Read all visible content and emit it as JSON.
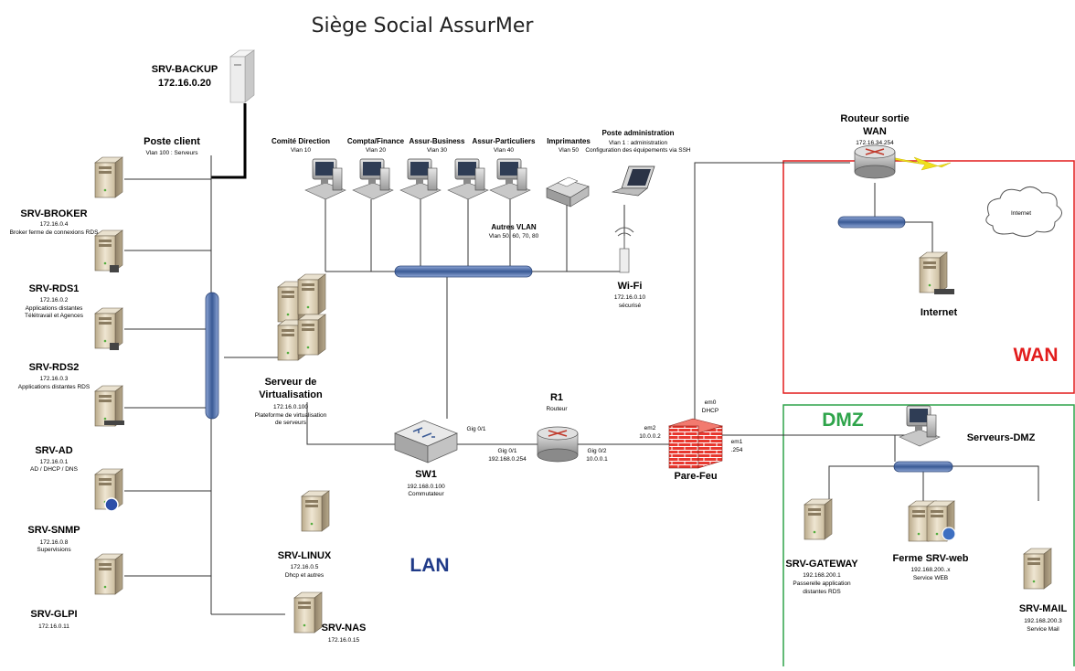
{
  "title": "Siège Social AssurMer",
  "zones": {
    "wan": "WAN",
    "dmz": "DMZ",
    "lan": "LAN"
  },
  "colors": {
    "wan": "#e21c1c",
    "dmz": "#2ea44a",
    "lan": "#1f3a88",
    "bus": "#3a5a95"
  },
  "servers": {
    "backup": {
      "name": "SRV-BACKUP",
      "ip": "172.16.0.20"
    },
    "poste": {
      "name": "Poste client",
      "sub": "Vlan 100 : Serveurs"
    },
    "broker": {
      "name": "SRV-BROKER",
      "ip": "172.16.0.4",
      "desc": "Broker ferme de connexions RDS"
    },
    "rds1": {
      "name": "SRV-RDS1",
      "ip": "172.16.0.2",
      "desc1": "Applications distantes",
      "desc2": "Télétravail et Agences"
    },
    "rds2": {
      "name": "SRV-RDS2",
      "ip": "172.16.0.3",
      "desc": "Applications distantes RDS"
    },
    "ad": {
      "name": "SRV-AD",
      "ip": "172.16.0.1",
      "desc": "AD / DHCP / DNS"
    },
    "snmp": {
      "name": "SRV-SNMP",
      "ip": "172.16.0.8",
      "desc": "Supervisions"
    },
    "glpi": {
      "name": "SRV-GLPI",
      "ip": "172.16.0.11"
    },
    "linux": {
      "name": "SRV-LINUX",
      "ip": "172.16.0.5",
      "desc": "Dhcp et autres"
    },
    "nas": {
      "name": "SRV-NAS",
      "ip": "172.16.0.15"
    },
    "virt": {
      "name1": "Serveur de",
      "name2": "Virtualisation",
      "ip": "172.16.0.100",
      "desc1": "Plateforme de virtualisation",
      "desc2": "de serveurs"
    }
  },
  "vlans": [
    {
      "name": "Comité Direction",
      "vlan": "Vlan 10"
    },
    {
      "name": "Compta/Finance",
      "vlan": "Vlan 20"
    },
    {
      "name": "Assur-Business",
      "vlan": "Vlan 30"
    },
    {
      "name": "Assur-Particuliers",
      "vlan": "Vlan 40"
    },
    {
      "name": "Imprimantes",
      "vlan": "Vlan 50"
    }
  ],
  "admin": {
    "name": "Poste administration",
    "vlan": "Vlan 1 : administration",
    "desc": "Configuration des équipements via SSH"
  },
  "autres": {
    "name": "Autres VLAN",
    "vlans": "Vlan 50, 60, 70, 80"
  },
  "wifi": {
    "name": "Wi-Fi",
    "ip": "172.16.0.10",
    "desc": "sécurisé"
  },
  "sw1": {
    "name": "SW1",
    "ip": "192.168.0.100",
    "desc": "Commutateur",
    "port": "Gig 0/1"
  },
  "r1": {
    "name": "R1",
    "desc": "Routeur",
    "gig01": "Gig 0/1",
    "gig01_ip": "192.168.0.254",
    "gig02": "Gig 0/2",
    "gig02_ip": "10.0.0.1"
  },
  "firewall": {
    "name": "Pare-Feu",
    "em2": "em2",
    "em2_ip": "10.0.0.2",
    "em0": "em0",
    "em0_desc": "DHCP",
    "em1": "em1",
    "em1_ip": ".254"
  },
  "wan_router": {
    "name1": "Routeur sortie",
    "name2": "WAN",
    "ip": "172.16.34.254"
  },
  "internet": {
    "name": "Internet",
    "cloud": "Internet"
  },
  "dmz": {
    "serveurs": "Serveurs-DMZ",
    "gateway": {
      "name": "SRV-GATEWAY",
      "ip": "192.168.200.1",
      "desc1": "Passerelle application",
      "desc2": "distantes RDS"
    },
    "web": {
      "name": "Ferme SRV-web",
      "ip": "192.168.200..x",
      "desc": "Service WEB"
    },
    "mail": {
      "name": "SRV-MAIL",
      "ip": "192.168.200.3",
      "desc": "Service Mail"
    }
  }
}
